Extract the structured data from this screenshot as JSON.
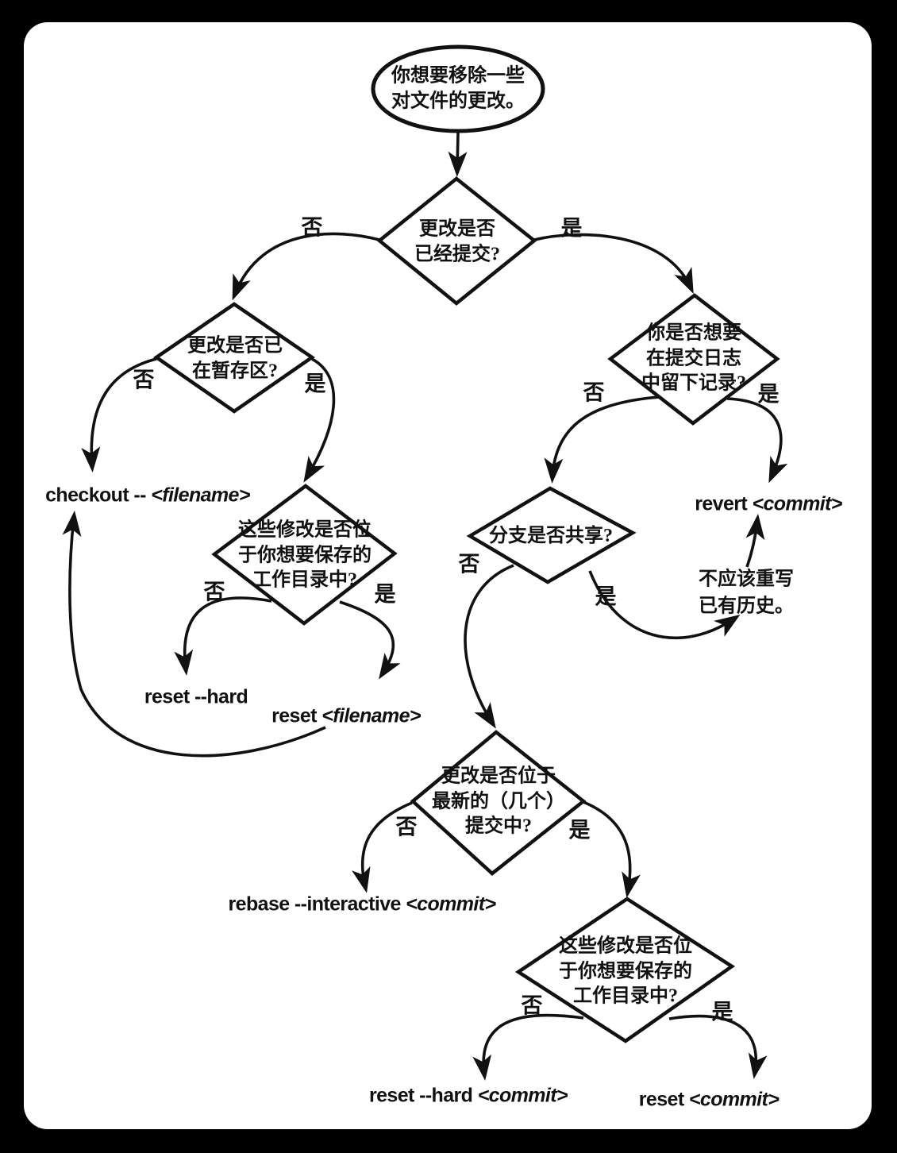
{
  "labels": {
    "yes": "是",
    "no": "否"
  },
  "start": {
    "lines": [
      "你想要移除一些",
      "对文件的更改。"
    ]
  },
  "nodes": {
    "committed": {
      "lines": [
        "更改是否",
        "已经提交?"
      ]
    },
    "staged": {
      "lines": [
        "更改是否已",
        "在暂存区?"
      ]
    },
    "log_record": {
      "lines": [
        "你是否想要",
        "在提交日志",
        "中留下记录?"
      ]
    },
    "keep_workdir": {
      "lines": [
        "这些修改是否位",
        "于你想要保存的",
        "工作目录中?"
      ]
    },
    "branch_shared": {
      "lines": [
        "分支是否共享?"
      ]
    },
    "recent_commit": {
      "lines": [
        "更改是否位于",
        "最新的（几个）",
        "提交中?"
      ]
    },
    "keep_workdir2": {
      "lines": [
        "这些修改是否位",
        "于你想要保存的",
        "工作目录中?"
      ]
    }
  },
  "note": {
    "lines": [
      "不应该重写",
      "已有历史。"
    ]
  },
  "commands": {
    "checkout": {
      "prefix": "checkout -- ",
      "arg": "<filename>"
    },
    "reset_hard": {
      "prefix": "reset --hard",
      "arg": ""
    },
    "reset_filename": {
      "prefix": "reset ",
      "arg": "<filename>"
    },
    "revert_commit": {
      "prefix": "revert ",
      "arg": "<commit>"
    },
    "rebase_interactive": {
      "prefix": "rebase --interactive ",
      "arg": "<commit>"
    },
    "reset_hard_commit": {
      "prefix": "reset --hard ",
      "arg": "<commit>"
    },
    "reset_commit": {
      "prefix": "reset ",
      "arg": "<commit>"
    }
  }
}
